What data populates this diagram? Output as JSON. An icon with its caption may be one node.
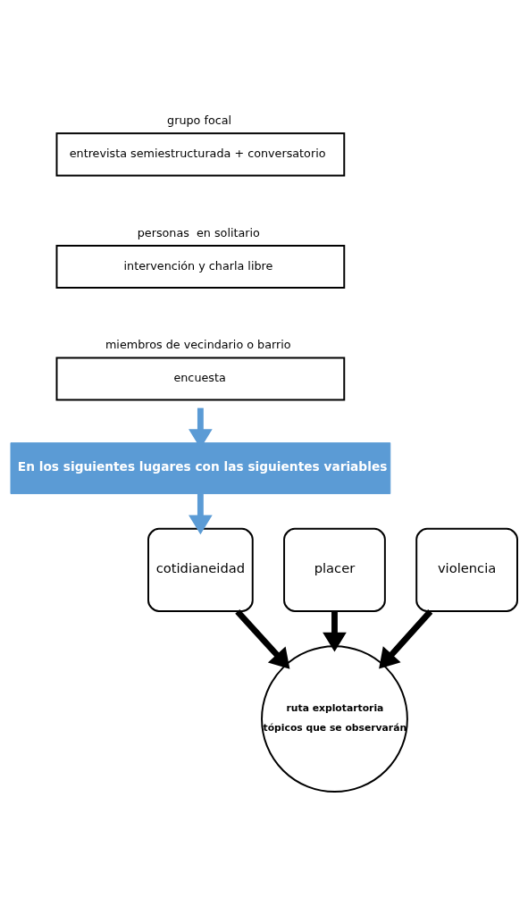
{
  "diagram": {
    "nodes": [
      {
        "text": [
          "grupo focal",
          "entrevista semiestructurada + conversatorio"
        ]
      },
      {
        "text": [
          "personas  en solitario",
          "intervención y charla libre"
        ]
      },
      {
        "text": [
          "miembros de vecindario o barrio",
          "encuesta"
        ]
      },
      {
        "text": [
          "En los siguientes lugares con las siguientes variables"
        ]
      },
      {
        "text": [
          "cotidianeidad"
        ]
      },
      {
        "text": [
          "placer"
        ]
      },
      {
        "text": [
          "violencia"
        ]
      },
      {
        "text": [
          "ruta explotartoria",
          "tópicos que se observarán"
        ]
      }
    ],
    "edges": [
      {
        "from": 2,
        "to": 3,
        "arrow": "to",
        "color": "#5b9bd5"
      },
      {
        "from": 3,
        "to": 4,
        "arrow": "to",
        "color": "#5b9bd5"
      },
      {
        "from": 4,
        "to": 7,
        "arrow": "to"
      },
      {
        "from": 5,
        "to": 7,
        "arrow": "to"
      },
      {
        "from": 6,
        "to": 7,
        "arrow": "to"
      }
    ]
  }
}
